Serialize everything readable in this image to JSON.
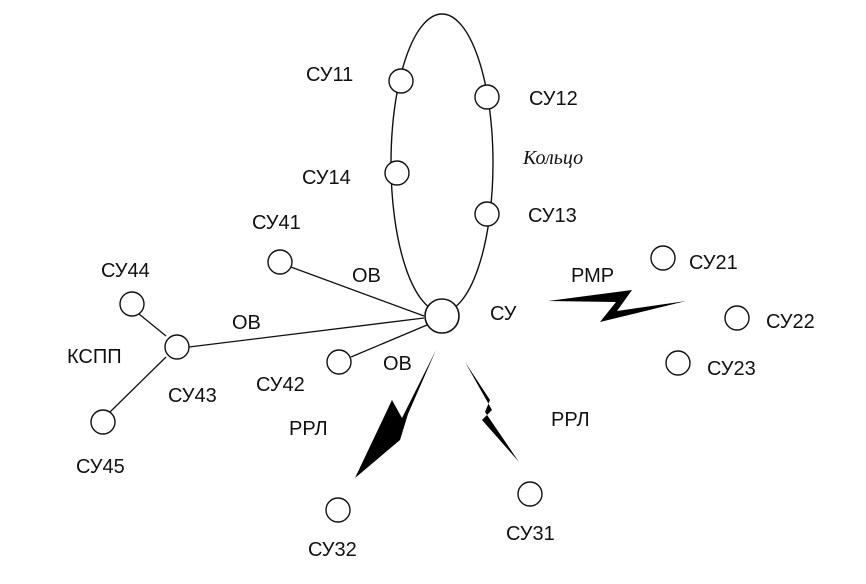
{
  "labels": {
    "hub": "СУ",
    "ring": "Кольцо",
    "su11": "СУ11",
    "su12": "СУ12",
    "su13": "СУ13",
    "su14": "СУ14",
    "su21": "СУ21",
    "su22": "СУ22",
    "su23": "СУ23",
    "su31": "СУ31",
    "su32": "СУ32",
    "su41": "СУ41",
    "su42": "СУ42",
    "su43": "СУ43",
    "su44": "СУ44",
    "su45": "СУ45",
    "kspp": "КСПП",
    "ov_41": "ОВ",
    "ov_43": "ОВ",
    "ov_42": "ОВ",
    "rmr": "РМР",
    "rrl_left": "РРЛ",
    "rrl_right": "РРЛ"
  }
}
